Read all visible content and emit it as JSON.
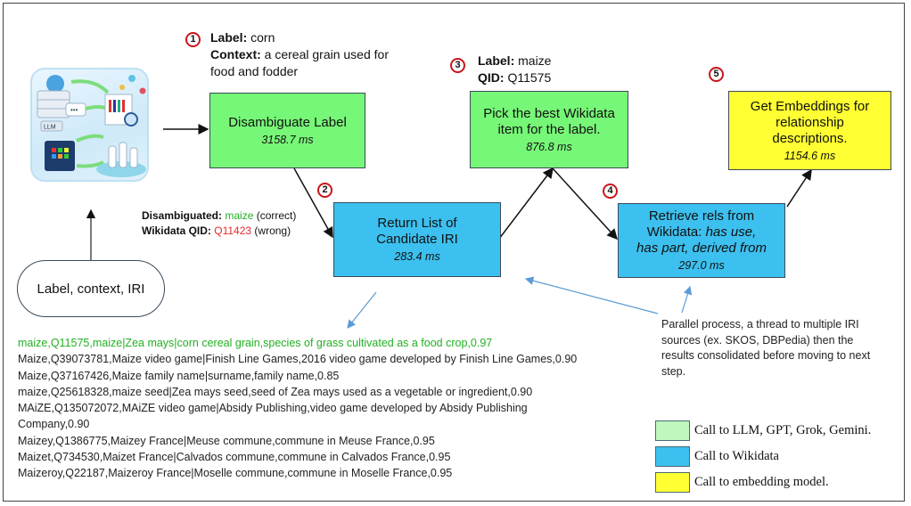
{
  "diagram": {
    "input": {
      "label": "Label, context, IRI"
    },
    "illustration": {
      "alt": "llm-wikidata-pipeline-icon",
      "llm_badge": "LLM"
    },
    "steps": [
      {
        "number": "1",
        "annotation": {
          "label_key": "Label:",
          "label_value": "corn",
          "context_key": "Context:",
          "context_value": "a cereal grain used for food and fodder"
        },
        "box": {
          "title": "Disambiguate Label",
          "time": "3158.7 ms",
          "category": "llm"
        }
      },
      {
        "number": "2",
        "annotation": {
          "disambiguated_key": "Disambiguated:",
          "disambiguated_value": "maize",
          "disambiguated_note": "(correct)",
          "qid_key": "Wikidata QID:",
          "qid_value": "Q11423",
          "qid_note": "(wrong)"
        },
        "box": {
          "title_line1": "Return List of",
          "title_line2": "Candidate IRI",
          "time": "283.4 ms",
          "category": "wikidata"
        }
      },
      {
        "number": "3",
        "annotation": {
          "label_key": "Label:",
          "label_value": "maize",
          "qid_key": "QID:",
          "qid_value": "Q11575"
        },
        "box": {
          "title_line1": "Pick the best Wikidata",
          "title_line2": "item for the label.",
          "time": "876.8 ms",
          "category": "llm"
        }
      },
      {
        "number": "4",
        "box": {
          "title_line1": "Retrieve rels from",
          "title_line2_plain": "Wikidata: ",
          "title_line2_italic": "has use,",
          "title_line3_italic": "has part, derived from",
          "time": "297.0 ms",
          "category": "wikidata"
        }
      },
      {
        "number": "5",
        "box": {
          "title_line1": "Get Embeddings for",
          "title_line2": "relationship",
          "title_line3": "descriptions.",
          "time": "1154.6 ms",
          "category": "embedding"
        }
      }
    ],
    "candidates": [
      "maize,Q11575,maize|Zea mays|corn cereal grain,species of grass cultivated as a food crop,0.97",
      "Maize,Q39073781,Maize video game|Finish Line Games,2016 video game developed by Finish Line Games,0.90",
      "Maize,Q37167426,Maize family name|surname,family name,0.85",
      "maize,Q25618328,maize seed|Zea mays seed,seed of Zea mays used as a vegetable or ingredient,0.90",
      "MAiZE,Q135072072,MAiZE video game|Absidy Publishing,video game developed by Absidy Publishing Company,0.90",
      "Maizey,Q1386775,Maizey France|Meuse commune,commune in Meuse France,0.95",
      "Maizet,Q734530,Maizet France|Calvados commune,commune in Calvados France,0.95",
      "Maizeroy,Q22187,Maizeroy France|Moselle commune,commune in Moselle France,0.95"
    ],
    "parallel_note": "Parallel process, a thread to multiple IRI sources (ex. SKOS, DBPedia) then the results consolidated before moving to next step.",
    "legend": [
      {
        "label": "Call to LLM, GPT, Grok, Gemini.",
        "color": "#bff7bf"
      },
      {
        "label": "Call to Wikidata",
        "color": "#3cc0ef"
      },
      {
        "label": "Call to embedding model.",
        "color": "#ffff33"
      }
    ],
    "colors": {
      "llm_box": "#77f777",
      "wikidata_box": "#3cc0ef",
      "embedding_box": "#ffff33",
      "correct": "#22b022",
      "wrong": "#e8282a",
      "step_ring": "#c8161d",
      "callout_line": "#5b9bd5"
    }
  }
}
